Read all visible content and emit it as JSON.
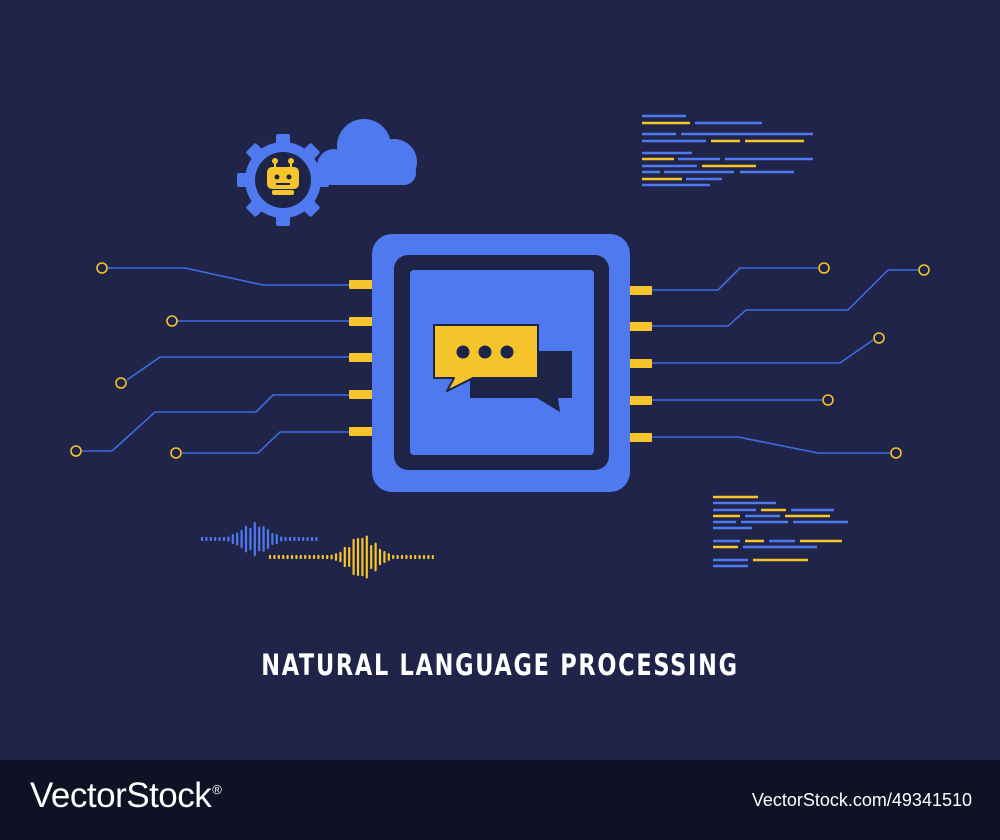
{
  "title": "NATURAL LANGUAGE PROCESSING",
  "footer": {
    "brand": "VectorStock",
    "registered_mark": "®",
    "image_ref": "VectorStock.com/49341510"
  },
  "colors": {
    "background": "#1f2448",
    "chip_blue": "#4f79ef",
    "chip_dark": "#1e2447",
    "accent_yellow": "#f6c42b",
    "trace_blue": "#3f6de3",
    "footer_bg": "#0e1224"
  },
  "icons": [
    "cpu-chip-icon",
    "chat-bubble-icon",
    "gear-icon",
    "robot-icon",
    "cloud-icon",
    "sound-wave-icon",
    "code-lines-icon"
  ]
}
